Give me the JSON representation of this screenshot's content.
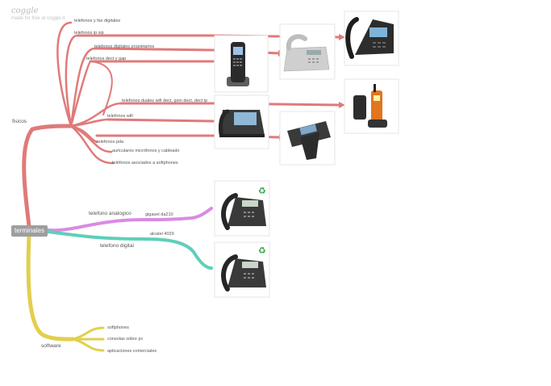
{
  "brand": {
    "name": "coggle",
    "tagline": "made for free at coggle.it"
  },
  "central": {
    "label": "terminales"
  },
  "branches": {
    "fisicos": {
      "label": "fisicos",
      "color": "#e07a7a",
      "children": [
        "telefonos y fax digitales",
        "telefonos ip sip",
        "telefonos digitales propietarios",
        "telefonos dect y gap",
        "telefonos duales wifi dect, gsm dect, dect ip",
        "telefonos wifi",
        "telefonos pda",
        "auriculares micrófonos y cableado",
        "teléfonos asociados a softphones"
      ]
    },
    "analogico": {
      "label": "telefono analogico",
      "child": "gigaset da210",
      "color": "#d98be3"
    },
    "digital": {
      "label": "telefono digital",
      "child": "alcatel 4029",
      "color": "#5ecfb8"
    },
    "software": {
      "label": "software",
      "color": "#e2cf4d",
      "children": [
        "softphones",
        "consolas sobre pc",
        "aplicaciones comerciales"
      ]
    }
  },
  "colors": {
    "line_text": "#555555",
    "recycle": "#2e9e3e"
  }
}
